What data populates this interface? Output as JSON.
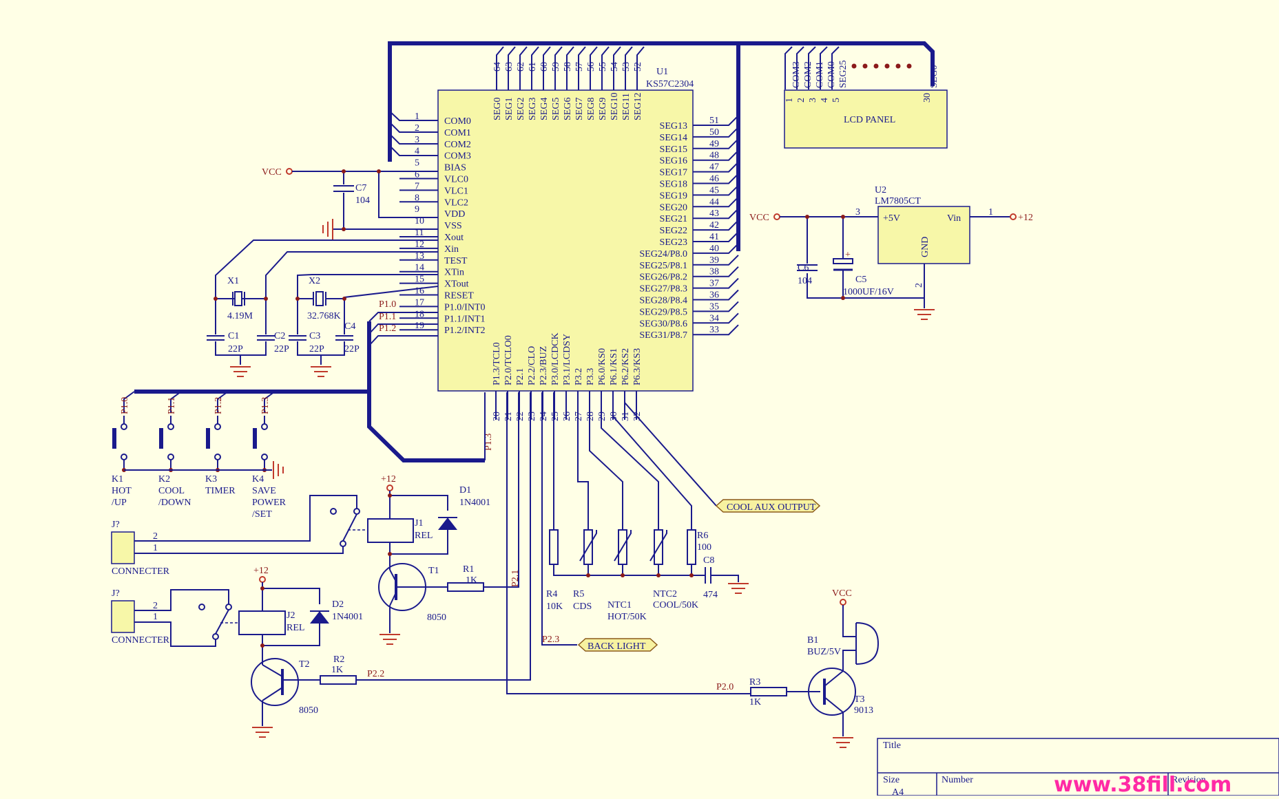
{
  "chip": {
    "ref": "U1",
    "part": "KS57C2304",
    "left_pins": [
      {
        "num": "1",
        "name": "COM0"
      },
      {
        "num": "2",
        "name": "COM1"
      },
      {
        "num": "3",
        "name": "COM2"
      },
      {
        "num": "4",
        "name": "COM3"
      },
      {
        "num": "5",
        "name": "BIAS"
      },
      {
        "num": "6",
        "name": "VLC0"
      },
      {
        "num": "7",
        "name": "VLC1"
      },
      {
        "num": "8",
        "name": "VLC2"
      },
      {
        "num": "9",
        "name": "VDD"
      },
      {
        "num": "10",
        "name": "VSS"
      },
      {
        "num": "11",
        "name": "Xout"
      },
      {
        "num": "12",
        "name": "Xin"
      },
      {
        "num": "13",
        "name": "TEST"
      },
      {
        "num": "14",
        "name": "XTin"
      },
      {
        "num": "15",
        "name": "XTout"
      },
      {
        "num": "16",
        "name": "RESET"
      },
      {
        "num": "17",
        "name": "P1.0/INT0"
      },
      {
        "num": "18",
        "name": "P1.1/INT1"
      },
      {
        "num": "19",
        "name": "P1.2/INT2"
      }
    ],
    "right_pins": [
      {
        "num": "51",
        "name": "SEG13"
      },
      {
        "num": "50",
        "name": "SEG14"
      },
      {
        "num": "49",
        "name": "SEG15"
      },
      {
        "num": "48",
        "name": "SEG16"
      },
      {
        "num": "47",
        "name": "SEG17"
      },
      {
        "num": "46",
        "name": "SEG18"
      },
      {
        "num": "45",
        "name": "SEG19"
      },
      {
        "num": "44",
        "name": "SEG20"
      },
      {
        "num": "43",
        "name": "SEG21"
      },
      {
        "num": "42",
        "name": "SEG22"
      },
      {
        "num": "41",
        "name": "SEG23"
      },
      {
        "num": "40",
        "name": "SEG24/P8.0"
      },
      {
        "num": "39",
        "name": "SEG25/P8.1"
      },
      {
        "num": "38",
        "name": "SEG26/P8.2"
      },
      {
        "num": "37",
        "name": "SEG27/P8.3"
      },
      {
        "num": "36",
        "name": "SEG28/P8.4"
      },
      {
        "num": "35",
        "name": "SEG29/P8.5"
      },
      {
        "num": "34",
        "name": "SEG30/P8.6"
      },
      {
        "num": "33",
        "name": "SEG31/P8.7"
      }
    ],
    "top_pins": [
      {
        "num": "64",
        "name": "SEG0"
      },
      {
        "num": "63",
        "name": "SEG1"
      },
      {
        "num": "62",
        "name": "SEG2"
      },
      {
        "num": "61",
        "name": "SEG3"
      },
      {
        "num": "60",
        "name": "SEG4"
      },
      {
        "num": "59",
        "name": "SEG5"
      },
      {
        "num": "58",
        "name": "SEG6"
      },
      {
        "num": "57",
        "name": "SEG7"
      },
      {
        "num": "56",
        "name": "SEG8"
      },
      {
        "num": "55",
        "name": "SEG9"
      },
      {
        "num": "54",
        "name": "SEG10"
      },
      {
        "num": "53",
        "name": "SEG11"
      },
      {
        "num": "52",
        "name": "SEG12"
      }
    ],
    "bottom_pins": [
      {
        "num": "20",
        "name": "P1.3/TCL0"
      },
      {
        "num": "21",
        "name": "P2.0/TCLO0"
      },
      {
        "num": "22",
        "name": "P2.1"
      },
      {
        "num": "23",
        "name": "P2.2/CLO"
      },
      {
        "num": "24",
        "name": "P2.3/BUZ"
      },
      {
        "num": "25",
        "name": "P3.0/LCDCK"
      },
      {
        "num": "26",
        "name": "P3.1/LCDSY"
      },
      {
        "num": "27",
        "name": "P3.2"
      },
      {
        "num": "28",
        "name": "P3.3"
      },
      {
        "num": "29",
        "name": "P6.0/KS0"
      },
      {
        "num": "30",
        "name": "P6.1/KS1"
      },
      {
        "num": "31",
        "name": "P6.2/KS2"
      },
      {
        "num": "32",
        "name": "P6.3/KS3"
      }
    ]
  },
  "lcd": {
    "label": "LCD PANEL",
    "pins": [
      {
        "num": "1",
        "name": "COM3"
      },
      {
        "num": "2",
        "name": "COM2"
      },
      {
        "num": "3",
        "name": "COM1"
      },
      {
        "num": "4",
        "name": "COM0"
      },
      {
        "num": "5",
        "name": "SEG25"
      }
    ],
    "last_pin": {
      "num": "30",
      "name": "SEG0"
    }
  },
  "regulator": {
    "ref": "U2",
    "part": "LM7805CT",
    "in": "+5V",
    "out": "Vin",
    "gnd": "GND",
    "pin_in": "3",
    "pin_out": "1",
    "pin_gnd": "2"
  },
  "nets": {
    "vcc": "VCC",
    "p12": "+12",
    "p10": "P1.0",
    "p11": "P1.1",
    "p12n": "P1.2",
    "p13": "P1.3",
    "p20": "P2.0",
    "p21": "P2.1",
    "p22": "P2.2",
    "p23": "P2.3"
  },
  "components": {
    "c7": {
      "ref": "C7",
      "val": "104"
    },
    "x1": {
      "ref": "X1",
      "val": "4.19M"
    },
    "x2": {
      "ref": "X2",
      "val": "32.768K"
    },
    "c1": {
      "ref": "C1",
      "val": "22P"
    },
    "c2": {
      "ref": "C2",
      "val": "22P"
    },
    "c3": {
      "ref": "C3",
      "val": "22P"
    },
    "c4": {
      "ref": "C4",
      "val": "22P"
    },
    "c6": {
      "ref": "C6",
      "val": "104"
    },
    "c5": {
      "ref": "C5",
      "val": "1000UF/16V"
    },
    "d1": {
      "ref": "D1",
      "val": "1N4001"
    },
    "d2": {
      "ref": "D2",
      "val": "1N4001"
    },
    "j1": {
      "ref": "J1",
      "val": "REL"
    },
    "j2": {
      "ref": "J2",
      "val": "REL"
    },
    "t1": {
      "ref": "T1",
      "val": "8050"
    },
    "t2": {
      "ref": "T2",
      "val": "8050"
    },
    "t3": {
      "ref": "T3",
      "val": "9013"
    },
    "r1": {
      "ref": "R1",
      "val": "1K"
    },
    "r2": {
      "ref": "R2",
      "val": "1K"
    },
    "r3": {
      "ref": "R3",
      "val": "1K"
    },
    "r4": {
      "ref": "R4",
      "val": "10K"
    },
    "r5": {
      "ref": "R5",
      "val": "CDS"
    },
    "r6": {
      "ref": "R6",
      "val": "100"
    },
    "ntc1": {
      "ref": "NTC1",
      "val": "HOT/50K"
    },
    "ntc2": {
      "ref": "NTC2",
      "val": "COOL/50K"
    },
    "c8": {
      "ref": "C8",
      "val": "474"
    },
    "b1": {
      "ref": "B1",
      "val": "BUZ/5V"
    },
    "jx1": {
      "ref": "J?",
      "val": "CONNECTER",
      "p1": "1",
      "p2": "2"
    },
    "jx2": {
      "ref": "J?",
      "val": "CONNECTER",
      "p1": "1",
      "p2": "2"
    }
  },
  "keys": [
    {
      "ref": "K1",
      "l1": "HOT",
      "l2": "/UP",
      "l3": ""
    },
    {
      "ref": "K2",
      "l1": "COOL",
      "l2": "/DOWN",
      "l3": ""
    },
    {
      "ref": "K3",
      "l1": "TIMER",
      "l2": "",
      "l3": ""
    },
    {
      "ref": "K4",
      "l1": "SAVE",
      "l2": "POWER",
      "l3": "/SET"
    }
  ],
  "ports": {
    "cool_aux": "COOL AUX OUTPUT",
    "back_light": "BACK LIGHT"
  },
  "title_block": {
    "title": "Title",
    "size": "Size",
    "number": "Number",
    "size_val": "A4",
    "revision": "Revision"
  },
  "watermark": "www.38fill.com",
  "colors": {
    "wire": "#1a1a8c",
    "net_label": "#8b1a1a",
    "chip_fill": "#f7f7a8",
    "power": "#c0392b",
    "watermark": "#ff2aa5"
  }
}
